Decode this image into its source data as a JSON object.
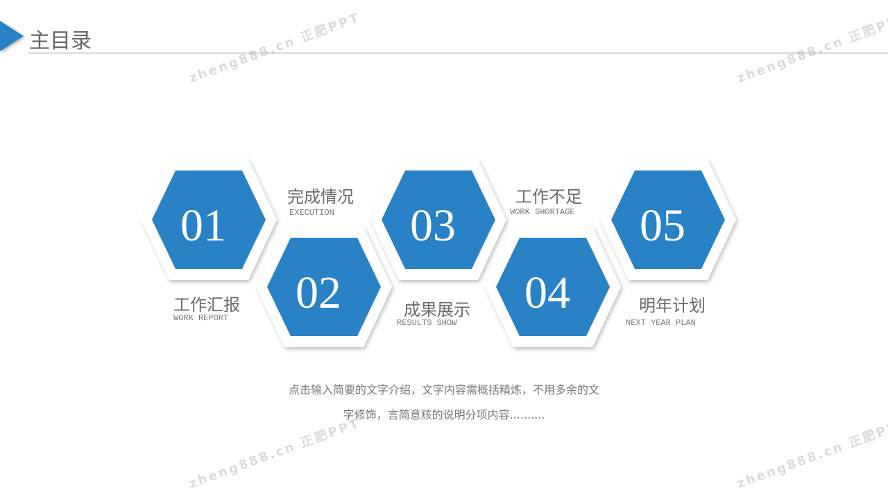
{
  "header": {
    "title": "主目录"
  },
  "items": [
    {
      "number": "01",
      "title": "工作汇报",
      "subtitle": "WORK REPORT"
    },
    {
      "number": "02",
      "title": "完成情况",
      "subtitle": "EXECUTION"
    },
    {
      "number": "03",
      "title": "成果展示",
      "subtitle": "RESULTS SHOW"
    },
    {
      "number": "04",
      "title": "工作不足",
      "subtitle": "WORK SHORTAGE"
    },
    {
      "number": "05",
      "title": "明年计划",
      "subtitle": "NEXT YEAR PLAN"
    }
  ],
  "description": {
    "line1": "点击输入简要的文字介绍，文字内容需概括精炼，不用多余的文",
    "line2": "字修饰，言简意赅的说明分项内容.........."
  },
  "watermark": "zheng888.cn 正肥PPT",
  "colors": {
    "accent": "#2a82c6"
  }
}
